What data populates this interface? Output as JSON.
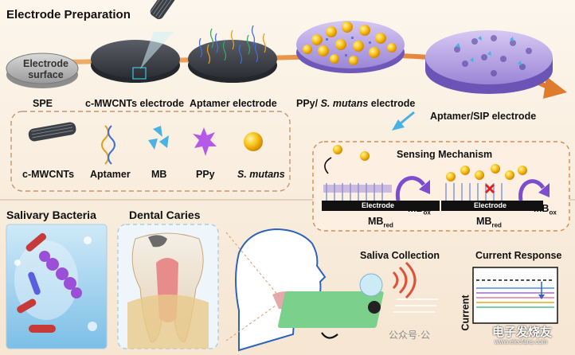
{
  "titles": {
    "electrode_preparation": "Electrode Preparation",
    "salivary_bacteria": "Salivary Bacteria",
    "dental_caries": "Dental Caries",
    "saliva_collection": "Saliva Collection",
    "current_response": "Current Response",
    "sensing_mechanism": "Sensing Mechanism"
  },
  "electrode_steps": {
    "surface_label_line1": "Electrode",
    "surface_label_line2": "surface",
    "spe": "SPE",
    "mwcnt_electrode": "c-MWCNTs electrode",
    "aptamer_electrode": "Aptamer electrode",
    "ppy_prefix": "PPy/ ",
    "ppy_species": "S. mutans",
    "ppy_suffix": " electrode",
    "sip_electrode": "Aptamer/SIP electrode"
  },
  "legend": {
    "mwcnts": "c-MWCNTs",
    "aptamer": "Aptamer",
    "mb": "MB",
    "ppy": "PPy",
    "smutans": "S. mutans"
  },
  "mechanism": {
    "electrode_left": "Electrode",
    "electrode_right": "Electrode",
    "mb_red_left": "MB",
    "mb_red_left_sub": "red",
    "mb_ox_left": "MB",
    "mb_ox_left_sub": "ox",
    "mb_red_right": "MB",
    "mb_red_right_sub": "red",
    "mb_ox_right": "MB",
    "mb_ox_right_sub": "ox"
  },
  "plot": {
    "ylabel": "Current"
  },
  "watermark": {
    "left": "公众号·公",
    "right": "电子发烧友",
    "url": "www.elecfans.com"
  },
  "colors": {
    "arrow": "#e8883a",
    "electrode_dark": "#3a3d42",
    "sip_purple": "#b9a6e8",
    "dash_border": "#d9a47a",
    "bacteria_blue": "#4aa3d8"
  }
}
